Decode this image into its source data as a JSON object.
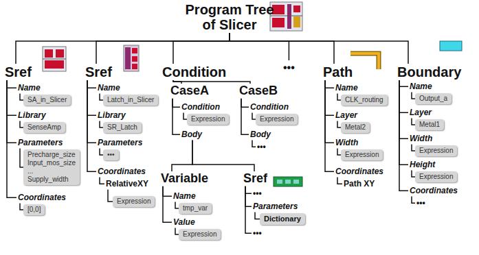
{
  "diagram": {
    "nodes": [
      {
        "text": [
          "Program Tree of Slicer"
        ]
      },
      {
        "text": [
          "Sref"
        ]
      },
      {
        "text": [
          "Name"
        ]
      },
      {
        "text": [
          "SA_in_Slicer"
        ]
      },
      {
        "text": [
          "Library"
        ]
      },
      {
        "text": [
          "SenseAmp"
        ]
      },
      {
        "text": [
          "Parameters"
        ]
      },
      {
        "text": [
          "Precharge_size Input_mos_size ... Supply_width"
        ]
      },
      {
        "text": [
          "Coordinates"
        ]
      },
      {
        "text": [
          "[0,0]"
        ]
      },
      {
        "text": [
          "Sref"
        ]
      },
      {
        "text": [
          "Name"
        ]
      },
      {
        "text": [
          "Latch_in_Slicer"
        ]
      },
      {
        "text": [
          "Library"
        ]
      },
      {
        "text": [
          "SR_Latch"
        ]
      },
      {
        "text": [
          "Parameters"
        ]
      },
      {
        "text": [
          "•••"
        ]
      },
      {
        "text": [
          "Coordinates"
        ]
      },
      {
        "text": [
          "RelativeXY"
        ]
      },
      {
        "text": [
          "Expression"
        ]
      },
      {
        "text": [
          "Condition"
        ]
      },
      {
        "text": [
          "CaseA"
        ]
      },
      {
        "text": [
          "Condition"
        ]
      },
      {
        "text": [
          "Expression"
        ]
      },
      {
        "text": [
          "Body"
        ]
      },
      {
        "text": [
          "Variable"
        ]
      },
      {
        "text": [
          "Name"
        ]
      },
      {
        "text": [
          "tmp_var"
        ]
      },
      {
        "text": [
          "Value"
        ]
      },
      {
        "text": [
          "Expression"
        ]
      },
      {
        "text": [
          "Sref"
        ]
      },
      {
        "text": [
          "•••"
        ]
      },
      {
        "text": [
          "Parameters"
        ]
      },
      {
        "text": [
          "Dictionary"
        ]
      },
      {
        "text": [
          "•••"
        ]
      },
      {
        "text": [
          "CaseB"
        ]
      },
      {
        "text": [
          "Condition"
        ]
      },
      {
        "text": [
          "Expression"
        ]
      },
      {
        "text": [
          "Body"
        ]
      },
      {
        "text": [
          "•••"
        ]
      },
      {
        "text": [
          "•••"
        ]
      },
      {
        "text": [
          "Path"
        ]
      },
      {
        "text": [
          "Name"
        ]
      },
      {
        "text": [
          "CLK_routing"
        ]
      },
      {
        "text": [
          "Layer"
        ]
      },
      {
        "text": [
          "Metal2"
        ]
      },
      {
        "text": [
          "Width"
        ]
      },
      {
        "text": [
          "Expression"
        ]
      },
      {
        "text": [
          "Coordinates"
        ]
      },
      {
        "text": [
          "Path XY"
        ]
      },
      {
        "text": [
          "Boundary"
        ]
      },
      {
        "text": [
          "Name"
        ]
      },
      {
        "text": [
          "Output_a"
        ]
      },
      {
        "text": [
          "Layer"
        ]
      },
      {
        "text": [
          "Metal1"
        ]
      },
      {
        "text": [
          "Width"
        ]
      },
      {
        "text": [
          "Expression"
        ]
      },
      {
        "text": [
          "Height"
        ]
      },
      {
        "text": [
          "Expression"
        ]
      },
      {
        "text": [
          "Coordinates"
        ]
      },
      {
        "text": [
          "•••"
        ]
      }
    ],
    "edges": [
      {
        "from": 0,
        "to": 1,
        "arrow": "none"
      },
      {
        "from": 0,
        "to": 10,
        "arrow": "none"
      },
      {
        "from": 0,
        "to": 20,
        "arrow": "none"
      },
      {
        "from": 0,
        "to": 40,
        "arrow": "none"
      },
      {
        "from": 0,
        "to": 41,
        "arrow": "none"
      },
      {
        "from": 0,
        "to": 50,
        "arrow": "none"
      },
      {
        "from": 1,
        "to": 2,
        "arrow": "none"
      },
      {
        "from": 2,
        "to": 3,
        "arrow": "none"
      },
      {
        "from": 1,
        "to": 4,
        "arrow": "none"
      },
      {
        "from": 4,
        "to": 5,
        "arrow": "none"
      },
      {
        "from": 1,
        "to": 6,
        "arrow": "none"
      },
      {
        "from": 6,
        "to": 7,
        "arrow": "none"
      },
      {
        "from": 1,
        "to": 8,
        "arrow": "none"
      },
      {
        "from": 8,
        "to": 9,
        "arrow": "none"
      },
      {
        "from": 10,
        "to": 11,
        "arrow": "none"
      },
      {
        "from": 11,
        "to": 12,
        "arrow": "none"
      },
      {
        "from": 10,
        "to": 13,
        "arrow": "none"
      },
      {
        "from": 13,
        "to": 14,
        "arrow": "none"
      },
      {
        "from": 10,
        "to": 15,
        "arrow": "none"
      },
      {
        "from": 15,
        "to": 16,
        "arrow": "none"
      },
      {
        "from": 10,
        "to": 17,
        "arrow": "none"
      },
      {
        "from": 17,
        "to": 18,
        "arrow": "none"
      },
      {
        "from": 18,
        "to": 19,
        "arrow": "none"
      },
      {
        "from": 20,
        "to": 21,
        "arrow": "none"
      },
      {
        "from": 21,
        "to": 22,
        "arrow": "none"
      },
      {
        "from": 22,
        "to": 23,
        "arrow": "none"
      },
      {
        "from": 21,
        "to": 24,
        "arrow": "none"
      },
      {
        "from": 24,
        "to": 25,
        "arrow": "none"
      },
      {
        "from": 25,
        "to": 26,
        "arrow": "none"
      },
      {
        "from": 26,
        "to": 27,
        "arrow": "none"
      },
      {
        "from": 25,
        "to": 28,
        "arrow": "none"
      },
      {
        "from": 28,
        "to": 29,
        "arrow": "none"
      },
      {
        "from": 24,
        "to": 30,
        "arrow": "none"
      },
      {
        "from": 30,
        "to": 31,
        "arrow": "none"
      },
      {
        "from": 30,
        "to": 32,
        "arrow": "none"
      },
      {
        "from": 32,
        "to": 33,
        "arrow": "none"
      },
      {
        "from": 30,
        "to": 34,
        "arrow": "none"
      },
      {
        "from": 20,
        "to": 35,
        "arrow": "none"
      },
      {
        "from": 35,
        "to": 36,
        "arrow": "none"
      },
      {
        "from": 36,
        "to": 37,
        "arrow": "none"
      },
      {
        "from": 35,
        "to": 38,
        "arrow": "none"
      },
      {
        "from": 38,
        "to": 39,
        "arrow": "none"
      },
      {
        "from": 41,
        "to": 42,
        "arrow": "none"
      },
      {
        "from": 42,
        "to": 43,
        "arrow": "none"
      },
      {
        "from": 41,
        "to": 44,
        "arrow": "none"
      },
      {
        "from": 44,
        "to": 45,
        "arrow": "none"
      },
      {
        "from": 41,
        "to": 46,
        "arrow": "none"
      },
      {
        "from": 46,
        "to": 47,
        "arrow": "none"
      },
      {
        "from": 41,
        "to": 48,
        "arrow": "none"
      },
      {
        "from": 48,
        "to": 49,
        "arrow": "none"
      },
      {
        "from": 50,
        "to": 51,
        "arrow": "none"
      },
      {
        "from": 51,
        "to": 52,
        "arrow": "none"
      },
      {
        "from": 50,
        "to": 53,
        "arrow": "none"
      },
      {
        "from": 53,
        "to": 54,
        "arrow": "none"
      },
      {
        "from": 50,
        "to": 55,
        "arrow": "none"
      },
      {
        "from": 55,
        "to": 56,
        "arrow": "none"
      },
      {
        "from": 50,
        "to": 57,
        "arrow": "none"
      },
      {
        "from": 57,
        "to": 58,
        "arrow": "none"
      },
      {
        "from": 50,
        "to": 59,
        "arrow": "none"
      },
      {
        "from": 59,
        "to": 60,
        "arrow": "none"
      }
    ]
  }
}
